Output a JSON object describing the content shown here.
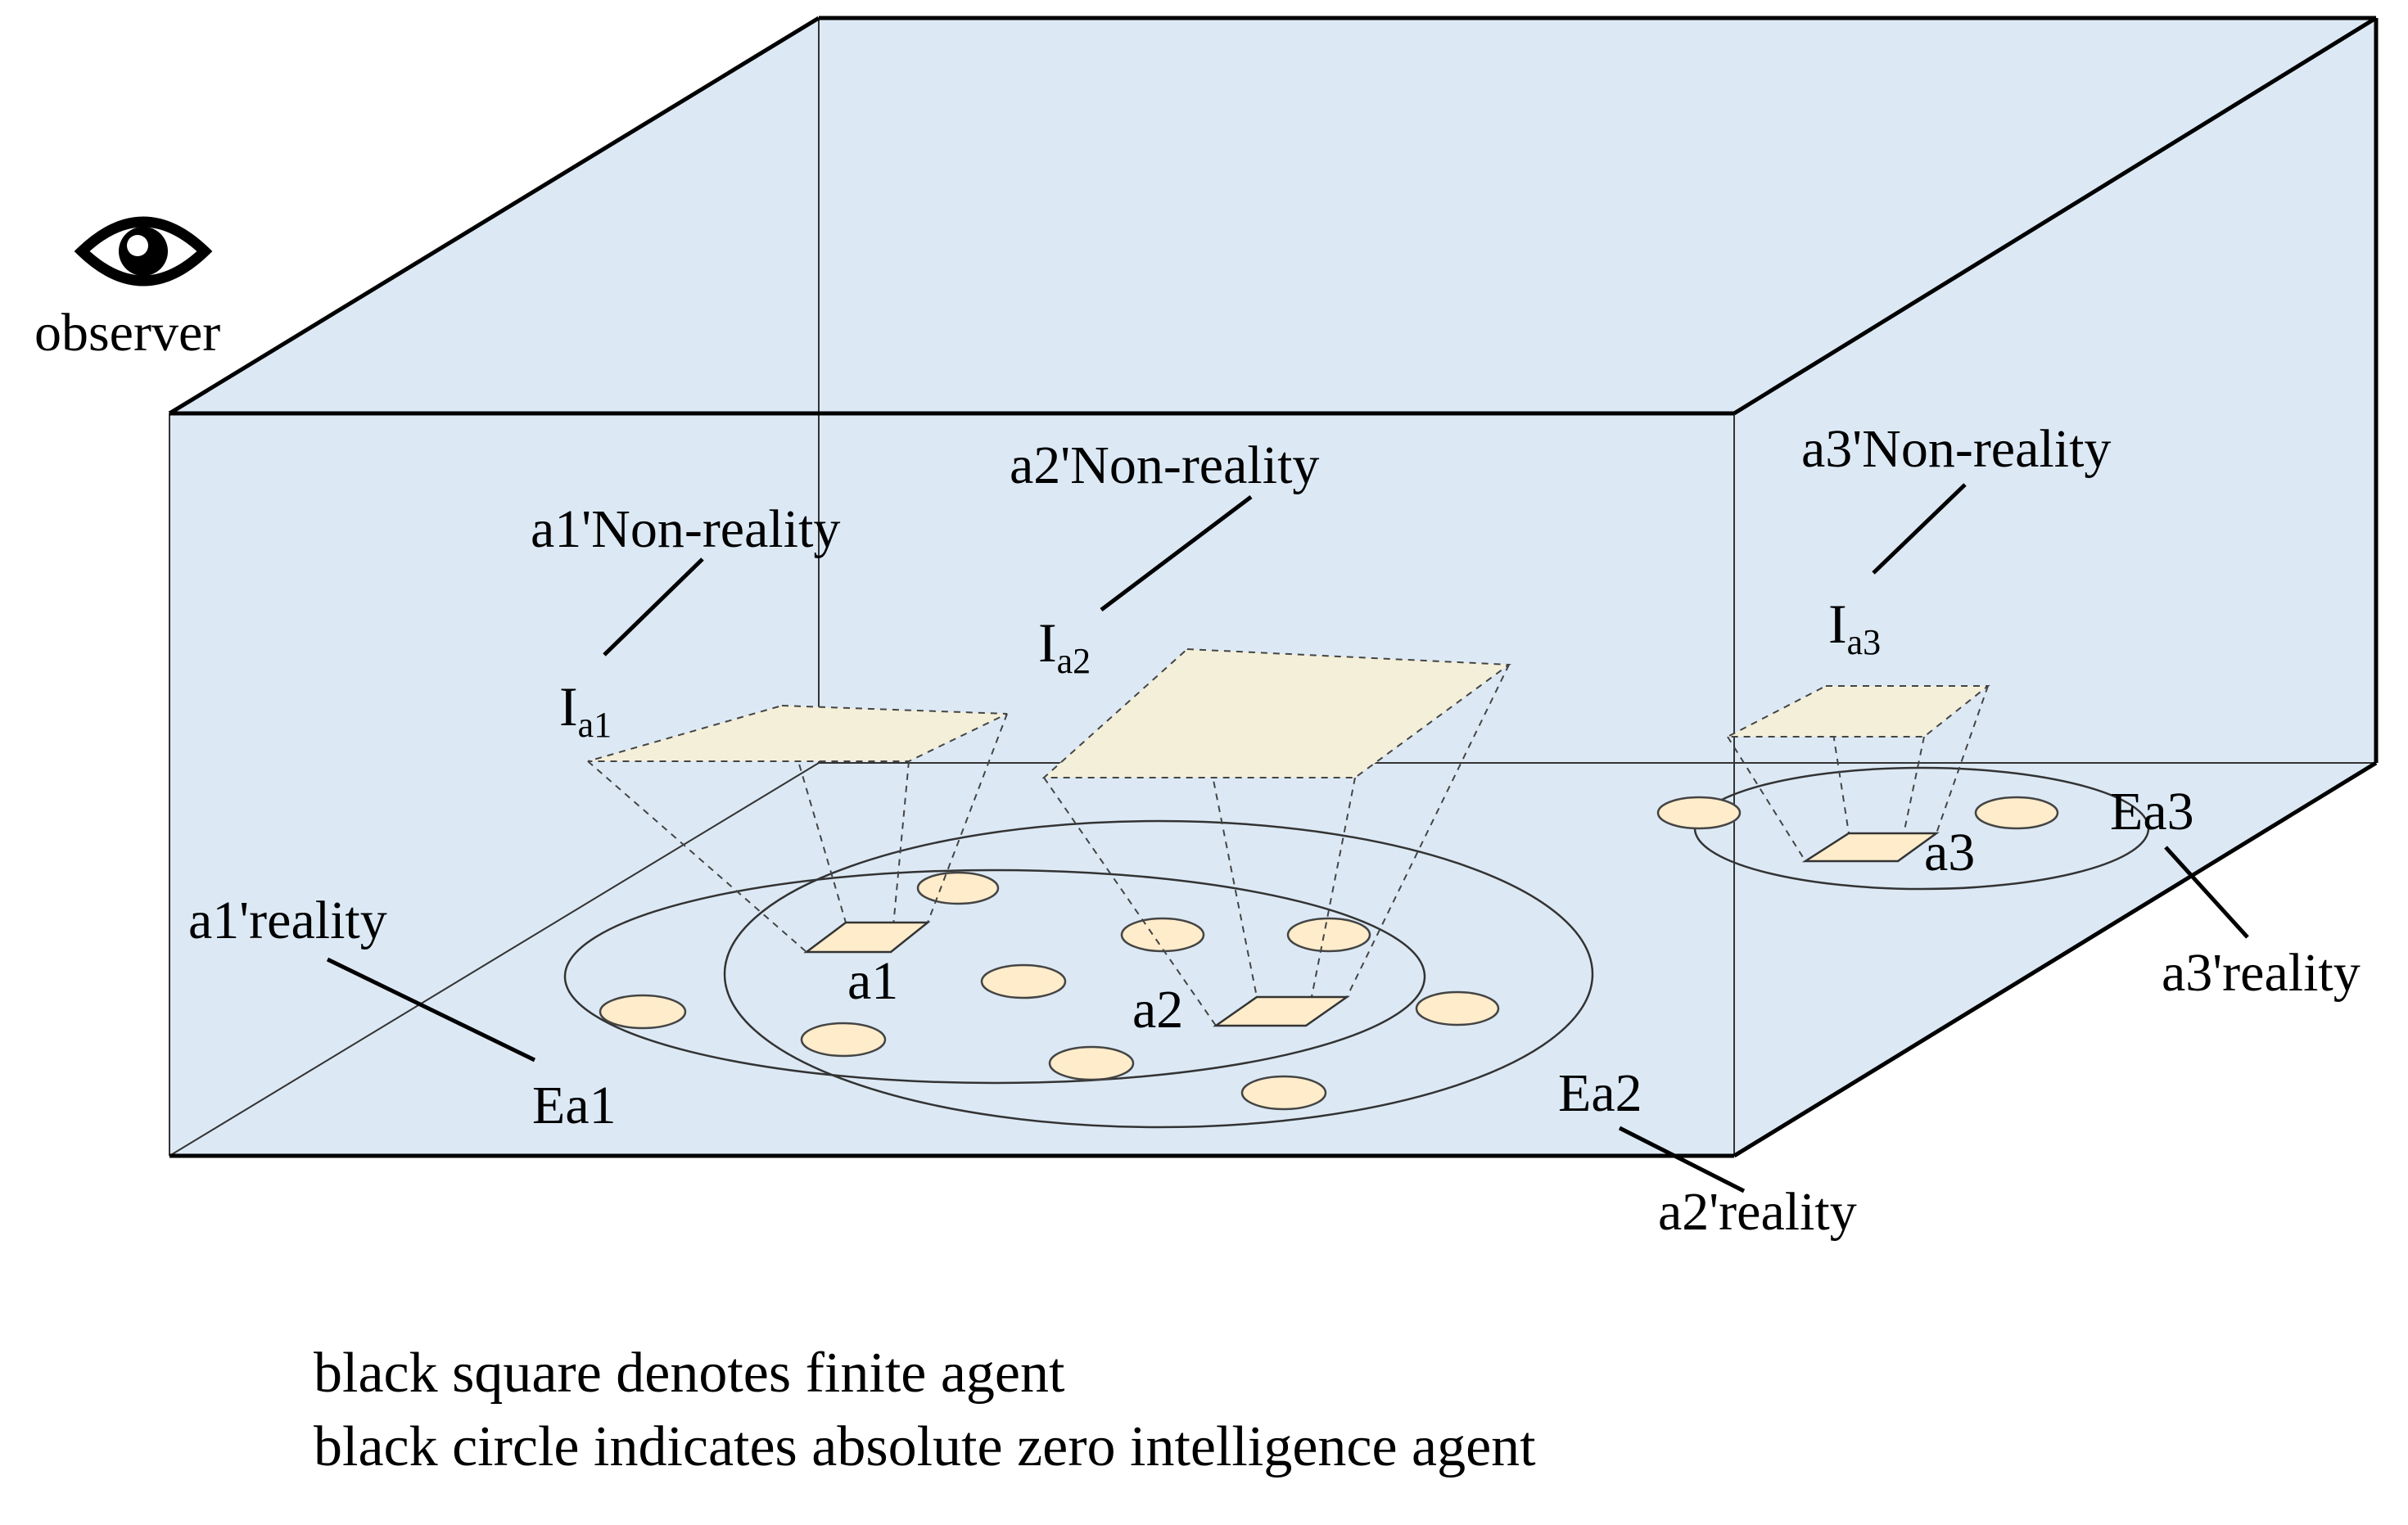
{
  "observer": {
    "icon": "eye-icon",
    "label": "observer"
  },
  "labels": {
    "a1_nonreality": "a1'Non-reality",
    "a2_nonreality": "a2'Non-reality",
    "a3_nonreality": "a3'Non-reality",
    "a1_reality": "a1'reality",
    "a2_reality": "a2'reality",
    "a3_reality": "a3'reality",
    "ea1": "Ea1",
    "ea2": "Ea2",
    "ea3": "Ea3",
    "agent_a1": "a1",
    "agent_a2": "a2",
    "agent_a3": "a3",
    "image_symbol": "I",
    "image_a1_sub": "a1",
    "image_a2_sub": "a2",
    "image_a3_sub": "a3"
  },
  "legend": {
    "line1": "black square denotes finite agent",
    "line2": "black circle indicates absolute zero intelligence agent"
  },
  "colors": {
    "box_fill": "#dce9f5",
    "agent_fill": "#ffeccb",
    "image_fill": "#f4efd9",
    "lines": "#000000"
  }
}
